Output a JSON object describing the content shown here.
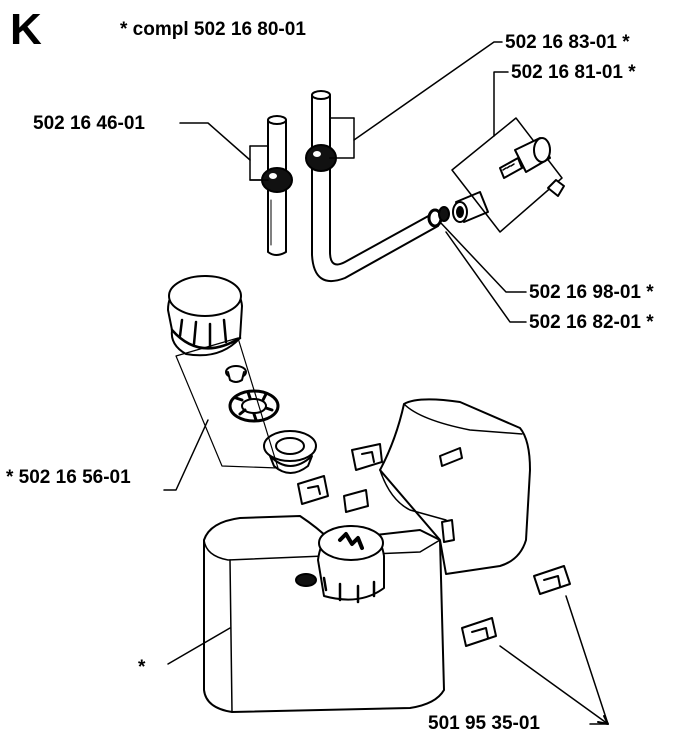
{
  "section_letter": "K",
  "labels": {
    "kit": "* compl 502 16 80-01",
    "fuel_line_filter": "502 16 46-01",
    "fuel_line_primer": "502 16 83-01 *",
    "primer_assembly": "502 16 81-01 *",
    "washer": "502 16 98-01 *",
    "spacer": "502 16 82-01 *",
    "cap_assembly": "* 502 16 56-01",
    "tank": "*",
    "mounts": "501 95 35-01"
  },
  "colors": {
    "ink": "#000000",
    "paper": "#ffffff"
  }
}
